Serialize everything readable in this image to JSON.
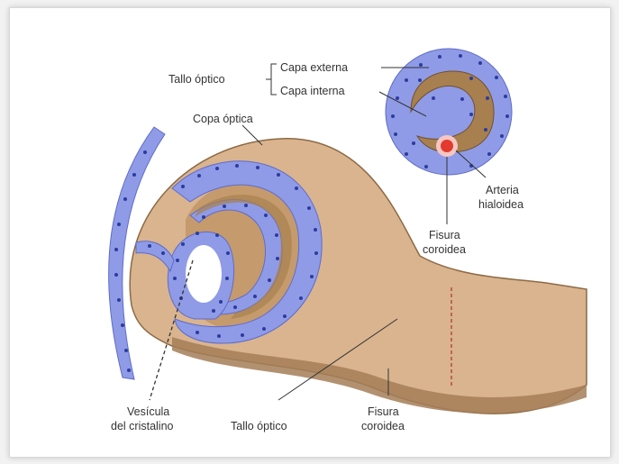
{
  "labels": {
    "optic_stalk_top": "Tallo óptico",
    "outer_layer": "Capa externa",
    "inner_layer": "Capa interna",
    "optic_cup": "Copa óptica",
    "hyaloid_artery_1": "Arteria",
    "hyaloid_artery_2": "hialoidea",
    "choroid_fissure_top_1": "Fisura",
    "choroid_fissure_top_2": "coroidea",
    "lens_vesicle_1": "Vesícula",
    "lens_vesicle_2": "del cristalino",
    "optic_stalk_bottom": "Tallo óptico",
    "choroid_fissure_bottom_1": "Fisura",
    "choroid_fissure_bottom_2": "coroidea"
  },
  "colors": {
    "tissue": "#d9b48f",
    "tissue_dark": "#8c6a45",
    "epithelium": "#8f9be6",
    "epithelium_dot": "#2c3c9e",
    "artery": "#e23a2e",
    "background": "#ffffff"
  }
}
